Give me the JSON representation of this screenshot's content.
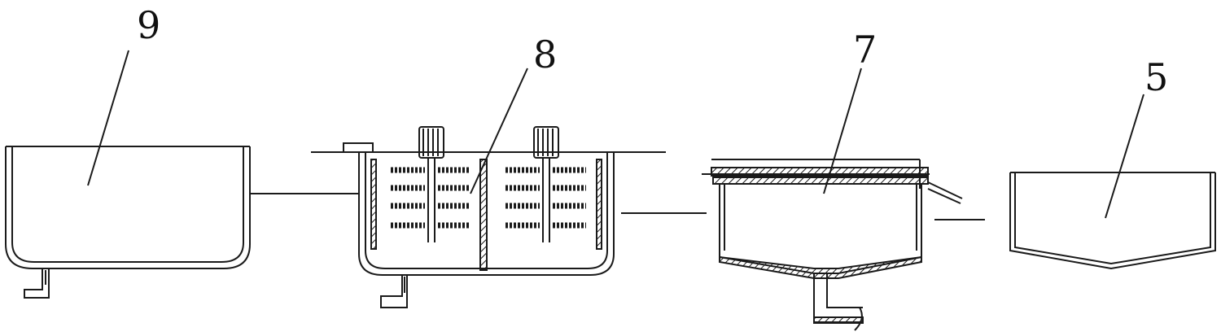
{
  "labels": {
    "tank9": "9",
    "tank8": "8",
    "tank7": "7",
    "tank5": "5"
  },
  "colors": {
    "stroke": "#1a1a1a",
    "background": "#ffffff"
  }
}
